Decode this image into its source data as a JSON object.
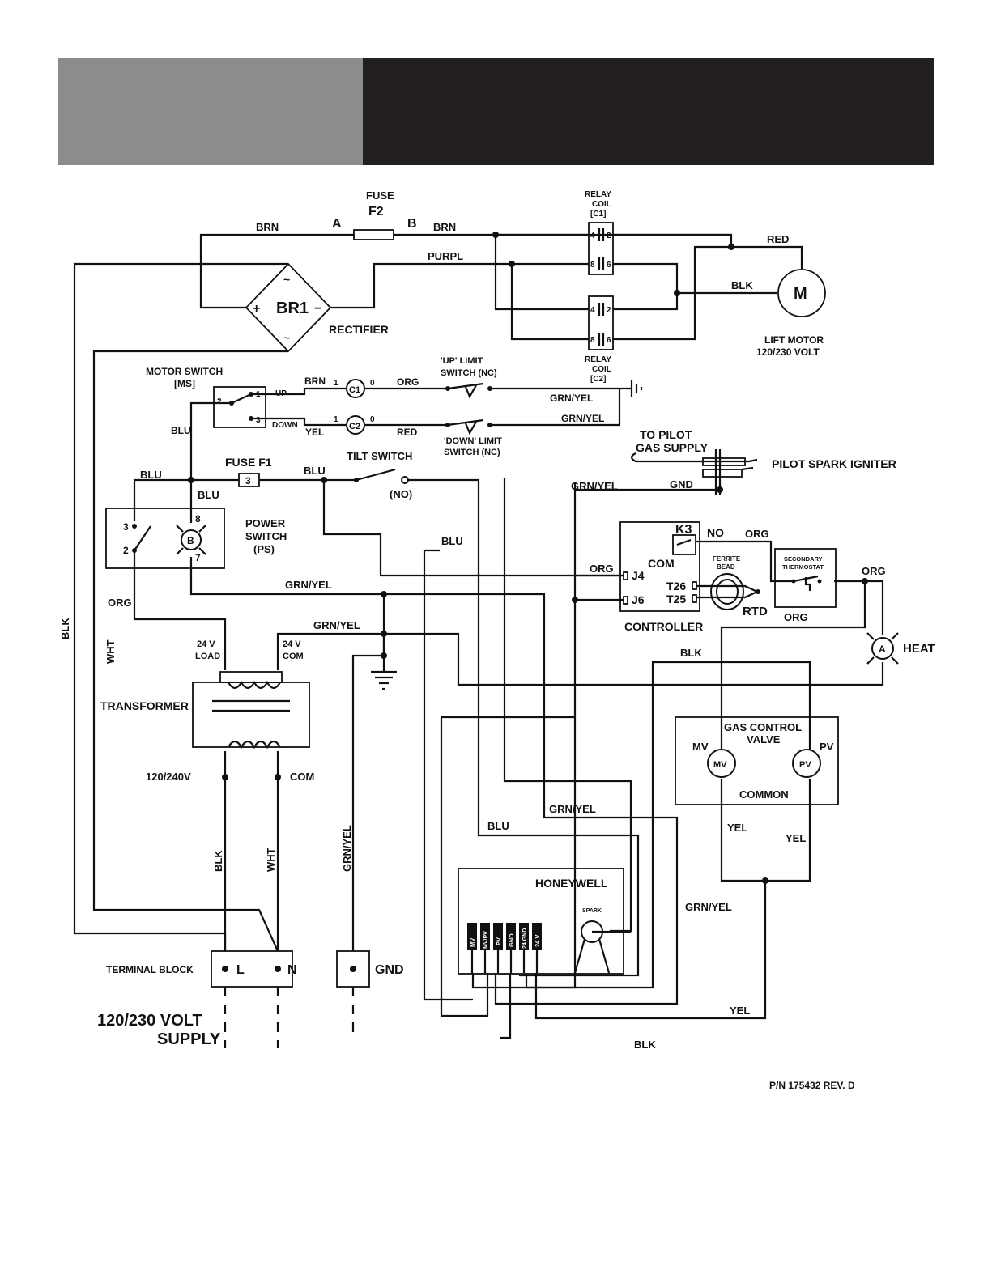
{
  "header": {
    "left_color": "#8c8c8c",
    "right_color": "#231f20"
  },
  "wire_labels": {
    "brn_f2_in": "BRN",
    "brn_f2_out": "BRN",
    "purpl": "PURPL",
    "red_motor": "RED",
    "blk_motor": "BLK",
    "brn_up": "BRN",
    "org_up": "ORG",
    "yel_down": "YEL",
    "red_down": "RED",
    "grn_yel_up": "GRN/YEL",
    "grn_yel_down": "GRN/YEL",
    "blu_ms": "BLU",
    "blu_left": "BLU",
    "blu_f1": "BLU",
    "blu_ps": "BLU",
    "blu_mid": "BLU",
    "blu_hw": "BLU",
    "org_left": "ORG",
    "wht_left": "WHT",
    "blk_outer": "BLK",
    "grn_yel_ps": "GRN/YEL",
    "grn_yel_com": "GRN/YEL",
    "grn_yel_igniter": "GRN/YEL",
    "gnd_igniter": "GND",
    "org_j4": "ORG",
    "org_no": "ORG",
    "org_therm_out": "ORG",
    "org_therm_below": "ORG",
    "blk_heat": "BLK",
    "grn_yel_mid": "GRN/YEL",
    "grn_yel_right": "GRN/YEL",
    "blk_supply": "BLK",
    "wht_supply": "WHT",
    "grn_yel_gnd": "GRN/YEL",
    "yel_mv": "YEL",
    "yel_pv": "YEL",
    "yel_bottom": "YEL",
    "blk_bottom": "BLK"
  },
  "fuse_f2": {
    "title": "FUSE",
    "name": "F2",
    "end_a": "A",
    "end_b": "B"
  },
  "rectifier": {
    "name": "BR1",
    "plus": "+",
    "minus": "−",
    "ac1": "~",
    "ac2": "~",
    "label": "RECTIFIER"
  },
  "relay_c1": {
    "line1": "RELAY",
    "line2": "COIL",
    "line3": "[C1]",
    "p4": "4",
    "p2": "2",
    "p8": "8",
    "p6": "6"
  },
  "relay_c2": {
    "line1": "RELAY",
    "line2": "COIL",
    "line3": "[C2]",
    "p4": "4",
    "p2": "2",
    "p8": "8",
    "p6": "6"
  },
  "lift_motor": {
    "symbol": "M",
    "line1": "LIFT MOTOR",
    "line2": "120/230 VOLT"
  },
  "motor_switch": {
    "line1": "MOTOR SWITCH",
    "line2": "[MS]",
    "p1": "1",
    "p2": "2",
    "p3": "3",
    "up": "UP",
    "down": "DOWN"
  },
  "coil_c1": {
    "symbol": "C1",
    "t1": "1",
    "t0": "0"
  },
  "coil_c2": {
    "symbol": "C2",
    "t1": "1",
    "t0": "0"
  },
  "up_limit": {
    "line1": "'UP' LIMIT",
    "line2": "SWITCH (NC)"
  },
  "down_limit": {
    "line1": "'DOWN' LIMIT",
    "line2": "SWITCH (NC)"
  },
  "pilot": {
    "gas1": "TO PILOT",
    "gas2": "GAS SUPPLY",
    "igniter": "PILOT SPARK IGNITER"
  },
  "fuse_f1": {
    "label": "FUSE F1",
    "num": "3"
  },
  "tilt_switch": {
    "label": "TILT SWITCH",
    "state": "(NO)"
  },
  "power_switch": {
    "line1": "POWER",
    "line2": "SWITCH",
    "line3": "(PS)",
    "p3": "3",
    "p2": "2",
    "p8": "8",
    "p7": "7",
    "lamp": "B"
  },
  "controller": {
    "label": "CONTROLLER",
    "k3": "K3",
    "no": "NO",
    "com": "COM",
    "j4": "J4",
    "j6": "J6",
    "t26": "T26",
    "t25": "T25",
    "ferrite1": "FERRITE",
    "ferrite2": "BEAD",
    "rtd": "RTD"
  },
  "sec_thermostat": {
    "line1": "SECONDARY",
    "line2": "THERMOSTAT"
  },
  "heat": {
    "symbol": "A",
    "label": "HEAT"
  },
  "transformer": {
    "label": "TRANSFORMER",
    "load1": "24 V",
    "load2": "LOAD",
    "com1": "24 V",
    "com2": "COM",
    "primary": "120/240V",
    "primary_com": "COM"
  },
  "gas_valve": {
    "line1": "GAS CONTROL",
    "line2": "VALVE",
    "mv": "MV",
    "pv": "PV",
    "common": "COMMON"
  },
  "honeywell": {
    "label": "HONEYWELL",
    "spark": "SPARK",
    "terms": [
      "MV",
      "MV/PV",
      "PV",
      "GND",
      "24 GND",
      "24 V"
    ]
  },
  "terminal_block": {
    "label": "TERMINAL BLOCK",
    "l": "L",
    "n": "N",
    "gnd": "GND"
  },
  "supply": {
    "line1": "120/230 VOLT",
    "line2": "SUPPLY"
  },
  "part_number": "P/N 175432 REV. D"
}
